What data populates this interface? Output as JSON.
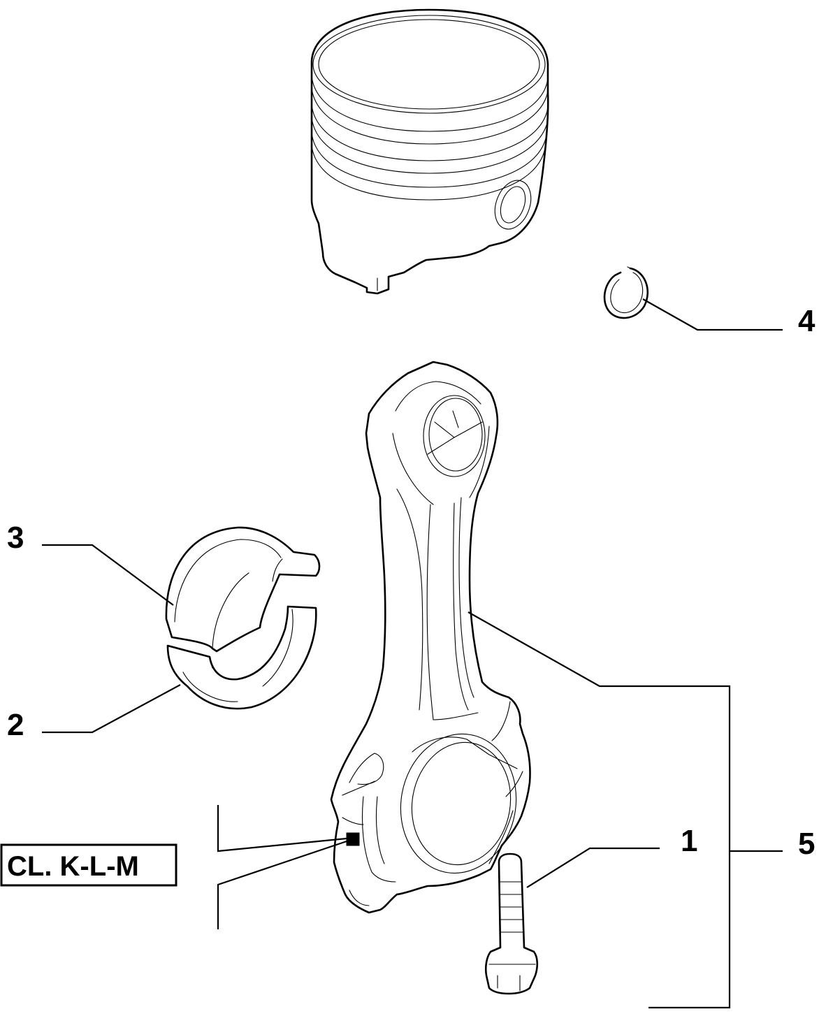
{
  "callouts": {
    "c1": "1",
    "c2": "2",
    "c3": "3",
    "c4": "4",
    "c5": "5"
  },
  "class_label": "CL. K-L-M",
  "parts": [
    {
      "id": "piston",
      "icon": "piston-icon"
    },
    {
      "id": "snap-ring",
      "icon": "snap-ring-icon"
    },
    {
      "id": "connecting-rod",
      "icon": "connecting-rod-icon"
    },
    {
      "id": "upper-bearing-shell",
      "icon": "bearing-shell-icon"
    },
    {
      "id": "lower-bearing-shell",
      "icon": "bearing-shell-icon"
    },
    {
      "id": "rod-bolt",
      "icon": "bolt-icon"
    }
  ],
  "colors": {
    "line": "#000000",
    "background": "#ffffff"
  }
}
